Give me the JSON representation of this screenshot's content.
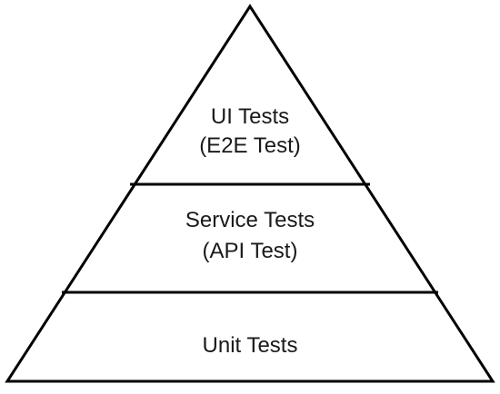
{
  "pyramid": {
    "layers": [
      {
        "title": "UI Tests",
        "subtitle": "(E2E Test)"
      },
      {
        "title": "Service Tests",
        "subtitle": "(API Test)"
      },
      {
        "title": "Unit Tests",
        "subtitle": ""
      }
    ]
  },
  "colors": {
    "stroke": "#000000",
    "fill": "#ffffff",
    "text": "#1a1a1a"
  }
}
